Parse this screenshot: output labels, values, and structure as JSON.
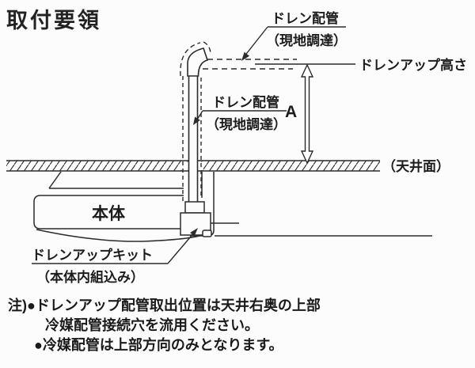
{
  "title": "取付要領",
  "diagram": {
    "labels": {
      "drain_pipe_top": "ドレン配管",
      "drain_pipe_top_sub": "（現地調達）",
      "drain_up_height": "ドレンアップ高さ",
      "drain_pipe_mid": "ドレン配管",
      "drain_pipe_mid_sub": "（現地調達）",
      "dimension_a": "A",
      "ceiling": "（天井面）",
      "unit_body": "本体",
      "drain_up_kit": "ドレンアップキット",
      "drain_up_kit_sub": "（本体内組込み）"
    }
  },
  "notes": {
    "prefix": "注)",
    "line1": "●ドレンアップ配管取出位置は天井右奥の上部",
    "line2": "冷媒配管接続穴を流用ください。",
    "line3": "●冷媒配管は上部方向のみとなります。"
  },
  "colors": {
    "line": "#2b2b2b",
    "background": "#fcfcfc"
  }
}
